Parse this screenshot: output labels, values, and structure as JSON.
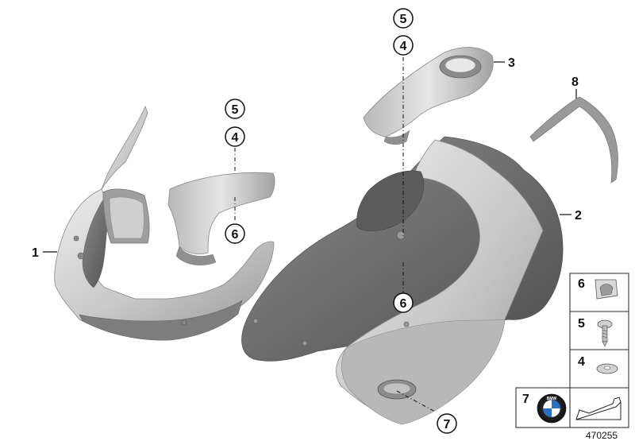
{
  "callouts": {
    "p1": "1",
    "p2": "2",
    "p3": "3",
    "p8": "8",
    "c5a": "5",
    "c4a": "4",
    "c6a": "6",
    "c5b": "5",
    "c4b": "4",
    "c6b": "6",
    "c7": "7"
  },
  "legend": {
    "row6": "6",
    "row5": "5",
    "row4": "4",
    "row7": "7",
    "logo_text": "BMW"
  },
  "doc_number": "470255",
  "colors": {
    "part_light": "#d4d4d4",
    "part_mid": "#a9a9a9",
    "part_dark": "#6b6b6b",
    "line": "#111111"
  }
}
